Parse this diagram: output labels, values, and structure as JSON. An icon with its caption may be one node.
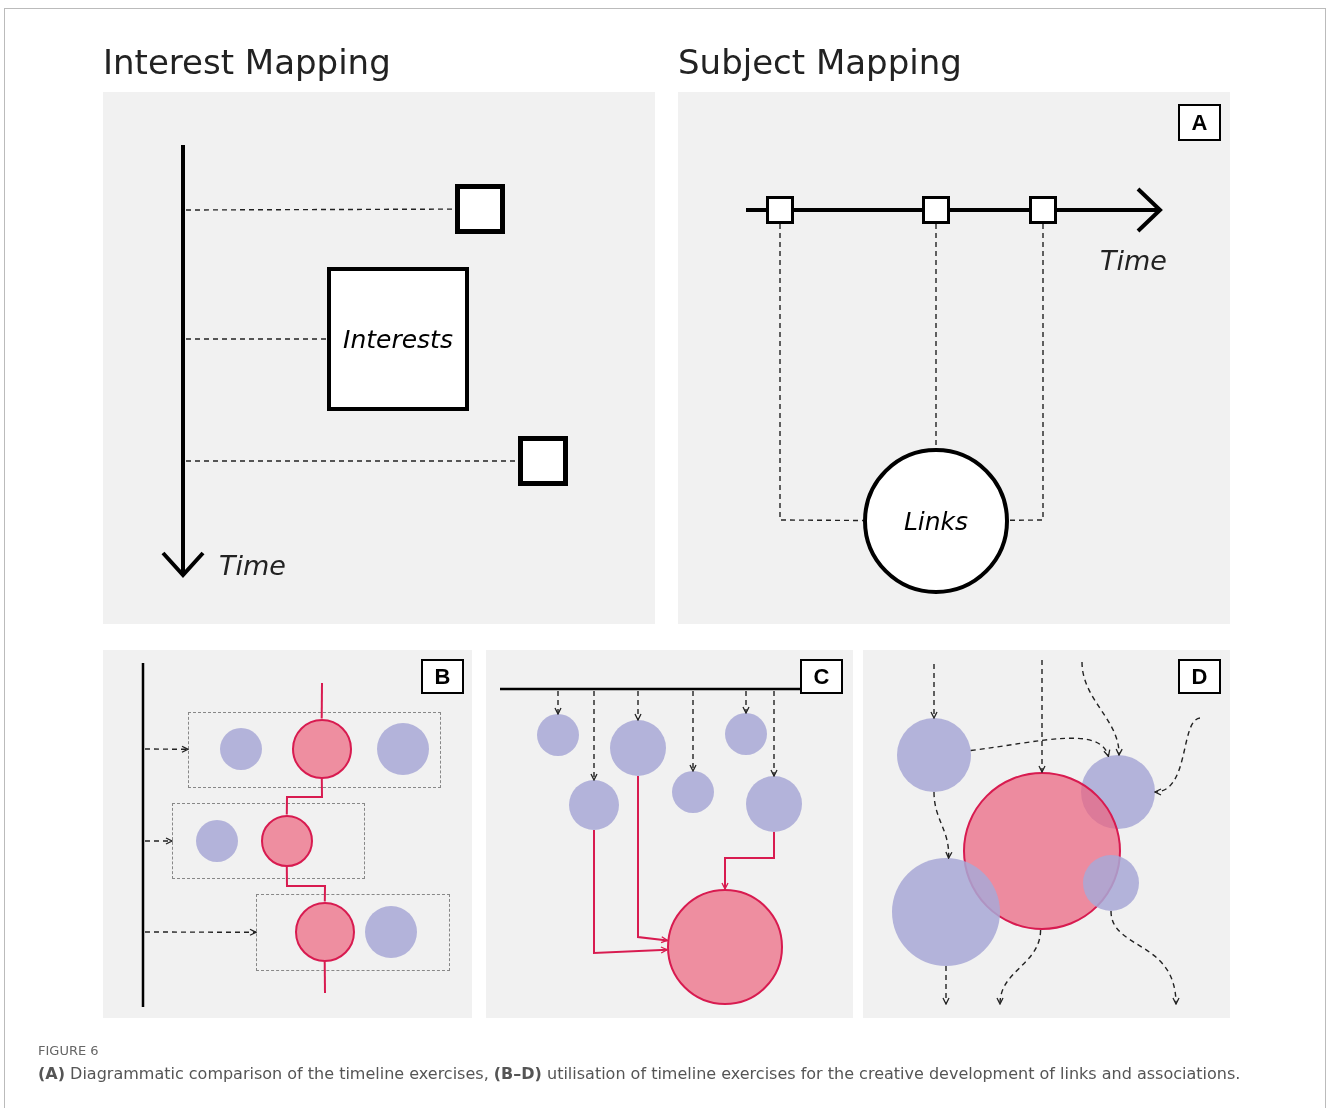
{
  "diagram": {
    "caption": "**(A)** Diagrammatic comparison of the timeline exercises, **(B–D)** utilisation of timeline exercises for the creative development of links and associations.",
    "nodes": [
      {
        "text": [
          "Interest Mapping"
        ]
      },
      {
        "text": [],
        "shape": "box",
        "in": 0
      },
      {
        "text": [
          "Interests"
        ],
        "in": 0
      },
      {
        "text": [],
        "shape": "box",
        "in": 0
      },
      {
        "text": [
          "Subject Mapping"
        ]
      },
      {
        "text": [
          "A"
        ],
        "in": 4
      },
      {
        "text": [],
        "shape": "box",
        "in": 4
      },
      {
        "text": [],
        "shape": "box",
        "in": 4
      },
      {
        "text": [],
        "shape": "box",
        "in": 4
      },
      {
        "text": [
          "Links"
        ],
        "in": 4
      },
      {
        "text": [],
        "shape": "box"
      },
      {
        "text": [
          "B"
        ],
        "in": 10
      },
      {
        "text": [],
        "shape": "box",
        "in": 10
      },
      {
        "text": [],
        "shape": "circle",
        "in": 12
      },
      {
        "text": [],
        "shape": "circle",
        "in": 12
      },
      {
        "text": [],
        "shape": "circle",
        "in": 12
      },
      {
        "text": [],
        "shape": "box",
        "in": 10
      },
      {
        "text": [],
        "shape": "circle",
        "in": 16
      },
      {
        "text": [],
        "shape": "circle",
        "in": 16
      },
      {
        "text": [],
        "shape": "box",
        "in": 10
      },
      {
        "text": [],
        "shape": "circle",
        "in": 19
      },
      {
        "text": [],
        "shape": "circle",
        "in": 19
      },
      {
        "text": [],
        "shape": "box"
      },
      {
        "text": [
          "C"
        ],
        "in": 22
      },
      {
        "text": [],
        "shape": "circle",
        "in": 22
      },
      {
        "text": [],
        "shape": "circle",
        "in": 22
      },
      {
        "text": [],
        "shape": "circle",
        "in": 22
      },
      {
        "text": [],
        "shape": "circle",
        "in": 22
      },
      {
        "text": [],
        "shape": "circle",
        "in": 22
      },
      {
        "text": [],
        "shape": "circle",
        "in": 22
      },
      {
        "text": [],
        "shape": "circle",
        "in": 22
      },
      {
        "text": [],
        "shape": "box"
      },
      {
        "text": [
          "D"
        ],
        "in": 31
      },
      {
        "text": [],
        "shape": "circle",
        "in": 31
      },
      {
        "text": [],
        "shape": "circle",
        "in": 31
      },
      {
        "text": [],
        "shape": "circle",
        "in": 31
      },
      {
        "text": [],
        "shape": "circle",
        "in": 31
      },
      {
        "text": [],
        "shape": "circle",
        "in": 31
      }
    ],
    "edges": [
      {
        "from": null,
        "to": 1,
        "arrow": "none",
        "style": "dashed"
      },
      {
        "from": null,
        "to": 2,
        "arrow": "none",
        "style": "dashed"
      },
      {
        "from": null,
        "to": 3,
        "arrow": "none",
        "style": "dashed"
      },
      {
        "from": 6,
        "to": 9,
        "arrow": "none",
        "style": "dashed"
      },
      {
        "from": 7,
        "to": 9,
        "arrow": "none",
        "style": "dashed"
      },
      {
        "from": 8,
        "to": 9,
        "arrow": "none",
        "style": "dashed"
      },
      {
        "from": null,
        "to": 12,
        "arrow": "to",
        "style": "dashed"
      },
      {
        "from": null,
        "to": 16,
        "arrow": "to",
        "style": "dashed"
      },
      {
        "from": null,
        "to": 19,
        "arrow": "to",
        "style": "dashed"
      },
      {
        "from": null,
        "to": 14,
        "arrow": "none",
        "color": "#d81b50"
      },
      {
        "from": 14,
        "to": 18,
        "arrow": "none",
        "color": "#d81b50"
      },
      {
        "from": 18,
        "to": 20,
        "arrow": "none",
        "color": "#d81b50"
      },
      {
        "from": 20,
        "to": null,
        "arrow": "none",
        "color": "#d81b50"
      },
      {
        "from": null,
        "to": 24,
        "arrow": "to",
        "style": "dashed"
      },
      {
        "from": null,
        "to": 25,
        "arrow": "to",
        "style": "dashed"
      },
      {
        "from": null,
        "to": 26,
        "arrow": "to",
        "style": "dashed"
      },
      {
        "from": null,
        "to": 27,
        "arrow": "to",
        "style": "dashed"
      },
      {
        "from": null,
        "to": 28,
        "arrow": "to",
        "style": "dashed"
      },
      {
        "from": null,
        "to": 29,
        "arrow": "to",
        "style": "dashed"
      },
      {
        "from": 27,
        "to": 30,
        "arrow": "to",
        "color": "#d81b50"
      },
      {
        "from": 25,
        "to": 30,
        "arrow": "to",
        "color": "#d81b50"
      },
      {
        "from": 29,
        "to": 30,
        "arrow": "to",
        "color": "#d81b50"
      },
      {
        "from": null,
        "to": 33,
        "arrow": "to",
        "style": "dashed"
      },
      {
        "from": null,
        "to": 35,
        "arrow": "to",
        "style": "dashed"
      },
      {
        "from": null,
        "to": 34,
        "arrow": "to",
        "style": "dashed"
      },
      {
        "from": 33,
        "to": 34,
        "arrow": "to",
        "style": "dashed"
      },
      {
        "from": null,
        "to": 34,
        "arrow": "to",
        "style": "dashed"
      },
      {
        "from": 33,
        "to": 36,
        "arrow": "to",
        "style": "dashed"
      },
      {
        "from": 36,
        "to": null,
        "arrow": "to",
        "style": "dashed"
      },
      {
        "from": 35,
        "to": null,
        "arrow": "to",
        "style": "dashed"
      },
      {
        "from": 37,
        "to": null,
        "arrow": "to",
        "style": "dashed"
      }
    ],
    "labels": [
      "Time",
      "Time",
      "FIGURE 6"
    ]
  }
}
